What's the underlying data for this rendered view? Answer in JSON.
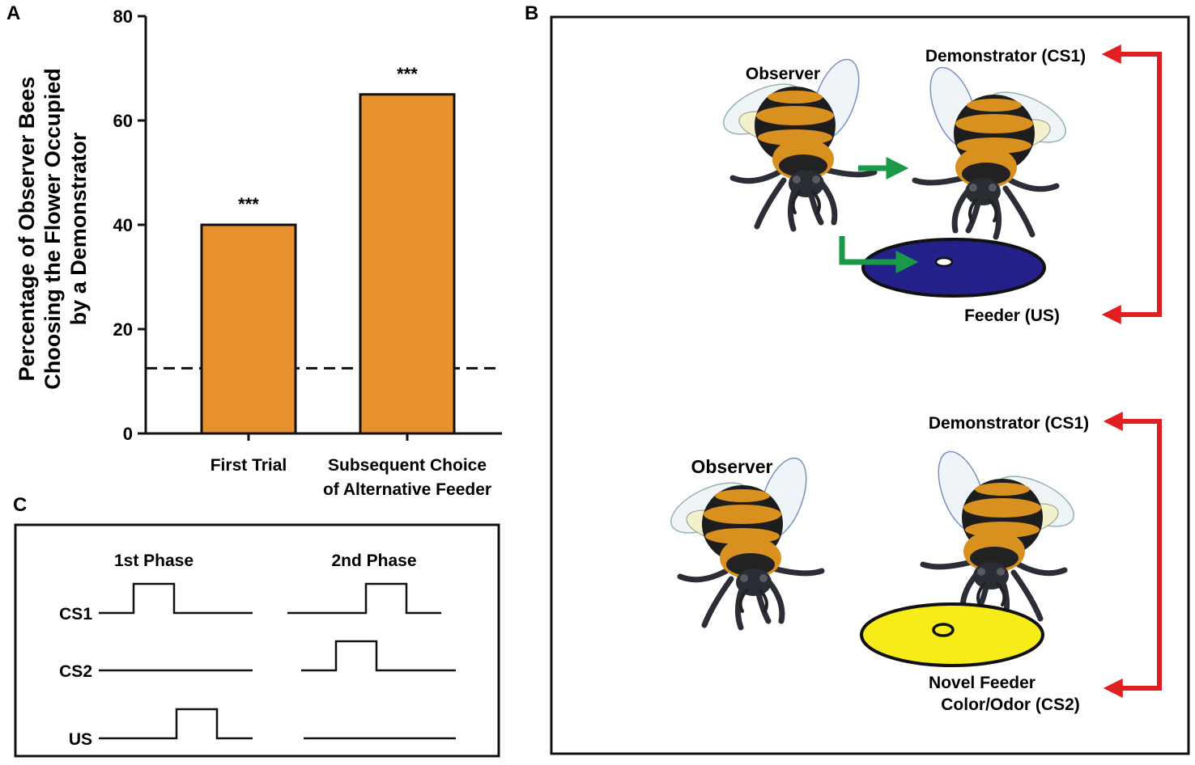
{
  "panels": {
    "a": "A",
    "b": "B",
    "c": "C"
  },
  "chart_data": {
    "type": "bar",
    "categories": [
      "First Trial",
      "Subsequent Choice of Alternative Feeder"
    ],
    "category_lines": [
      [
        "First Trial"
      ],
      [
        "Subsequent Choice",
        "of Alternative Feeder"
      ]
    ],
    "values": [
      40,
      65
    ],
    "annotations": [
      "***",
      "***"
    ],
    "ylabel_lines": [
      "Percentage of Observer Bees",
      "Choosing the Flower Occupied",
      "by a Demonstrator"
    ],
    "ylim": [
      0,
      80
    ],
    "yticks": [
      0,
      20,
      40,
      60,
      80
    ],
    "reference_line": 12.5,
    "bar_color": "#E8922F"
  },
  "diagram_b": {
    "top": {
      "observer": "Observer",
      "demonstrator": "Demonstrator (CS1)",
      "feeder": "Feeder (US)",
      "feeder_color": "#23208A"
    },
    "bottom": {
      "observer": "Observer",
      "demonstrator": "Demonstrator (CS1)",
      "feeder_line1": "Novel Feeder",
      "feeder_line2": "Color/Odor (CS2)",
      "feeder_color": "#F5EC1A"
    },
    "arrow_colors": {
      "link": "#E02020",
      "flow": "#1A9A48"
    }
  },
  "diagram_c": {
    "phase1": "1st Phase",
    "phase2": "2nd Phase",
    "signals": [
      "CS1",
      "CS2",
      "US"
    ],
    "phase1_on": [
      true,
      false,
      true
    ],
    "phase2_on": [
      true,
      true,
      false
    ]
  }
}
